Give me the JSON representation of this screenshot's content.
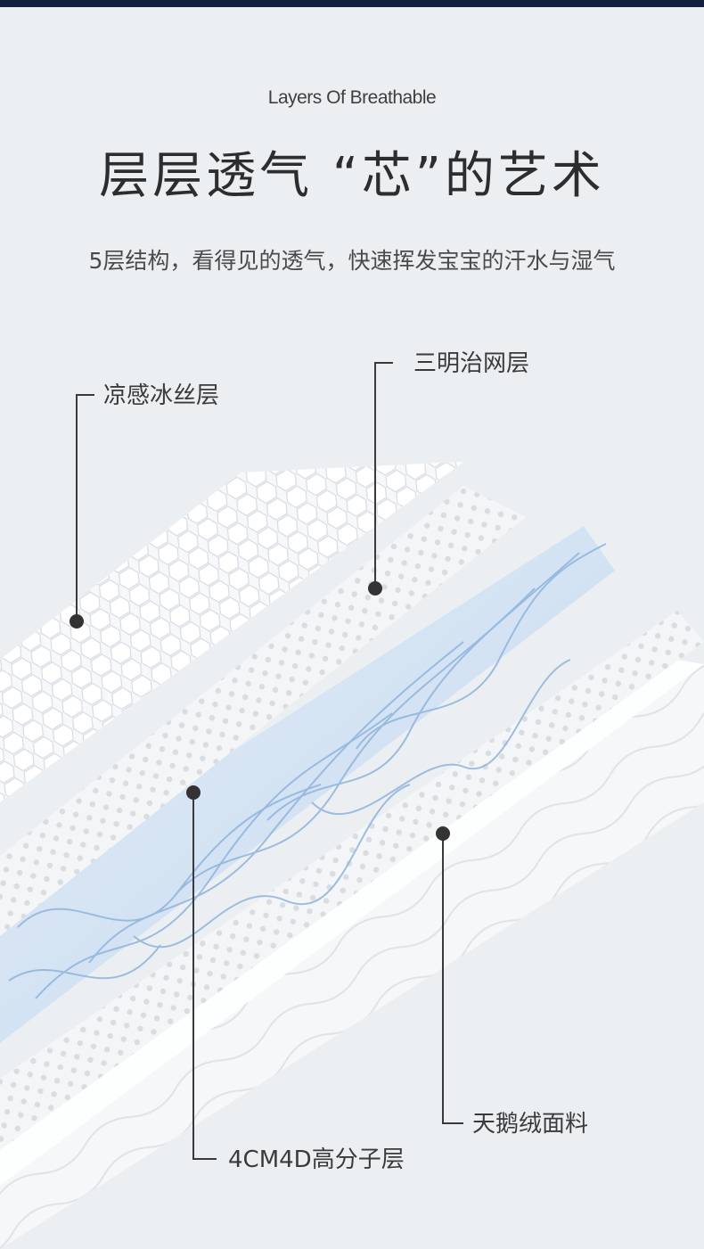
{
  "header": {
    "subtitle_en": "Layers Of Breathable",
    "title": "层层透气 “芯”的艺术",
    "description": "5层结构，看得见的透气，快速挥发宝宝的汗水与湿气"
  },
  "callouts": {
    "layer1": "凉感冰丝层",
    "layer2": "三明治网层",
    "layer3": "4CM4D高分子层",
    "layer4": "天鹅绒面料"
  },
  "colors": {
    "background": "#eceff2",
    "top_bar": "#141d3d",
    "text": "#2d2d2d",
    "leader_line": "#3a3a3a",
    "fiber_blue": "#8fb4dc"
  }
}
